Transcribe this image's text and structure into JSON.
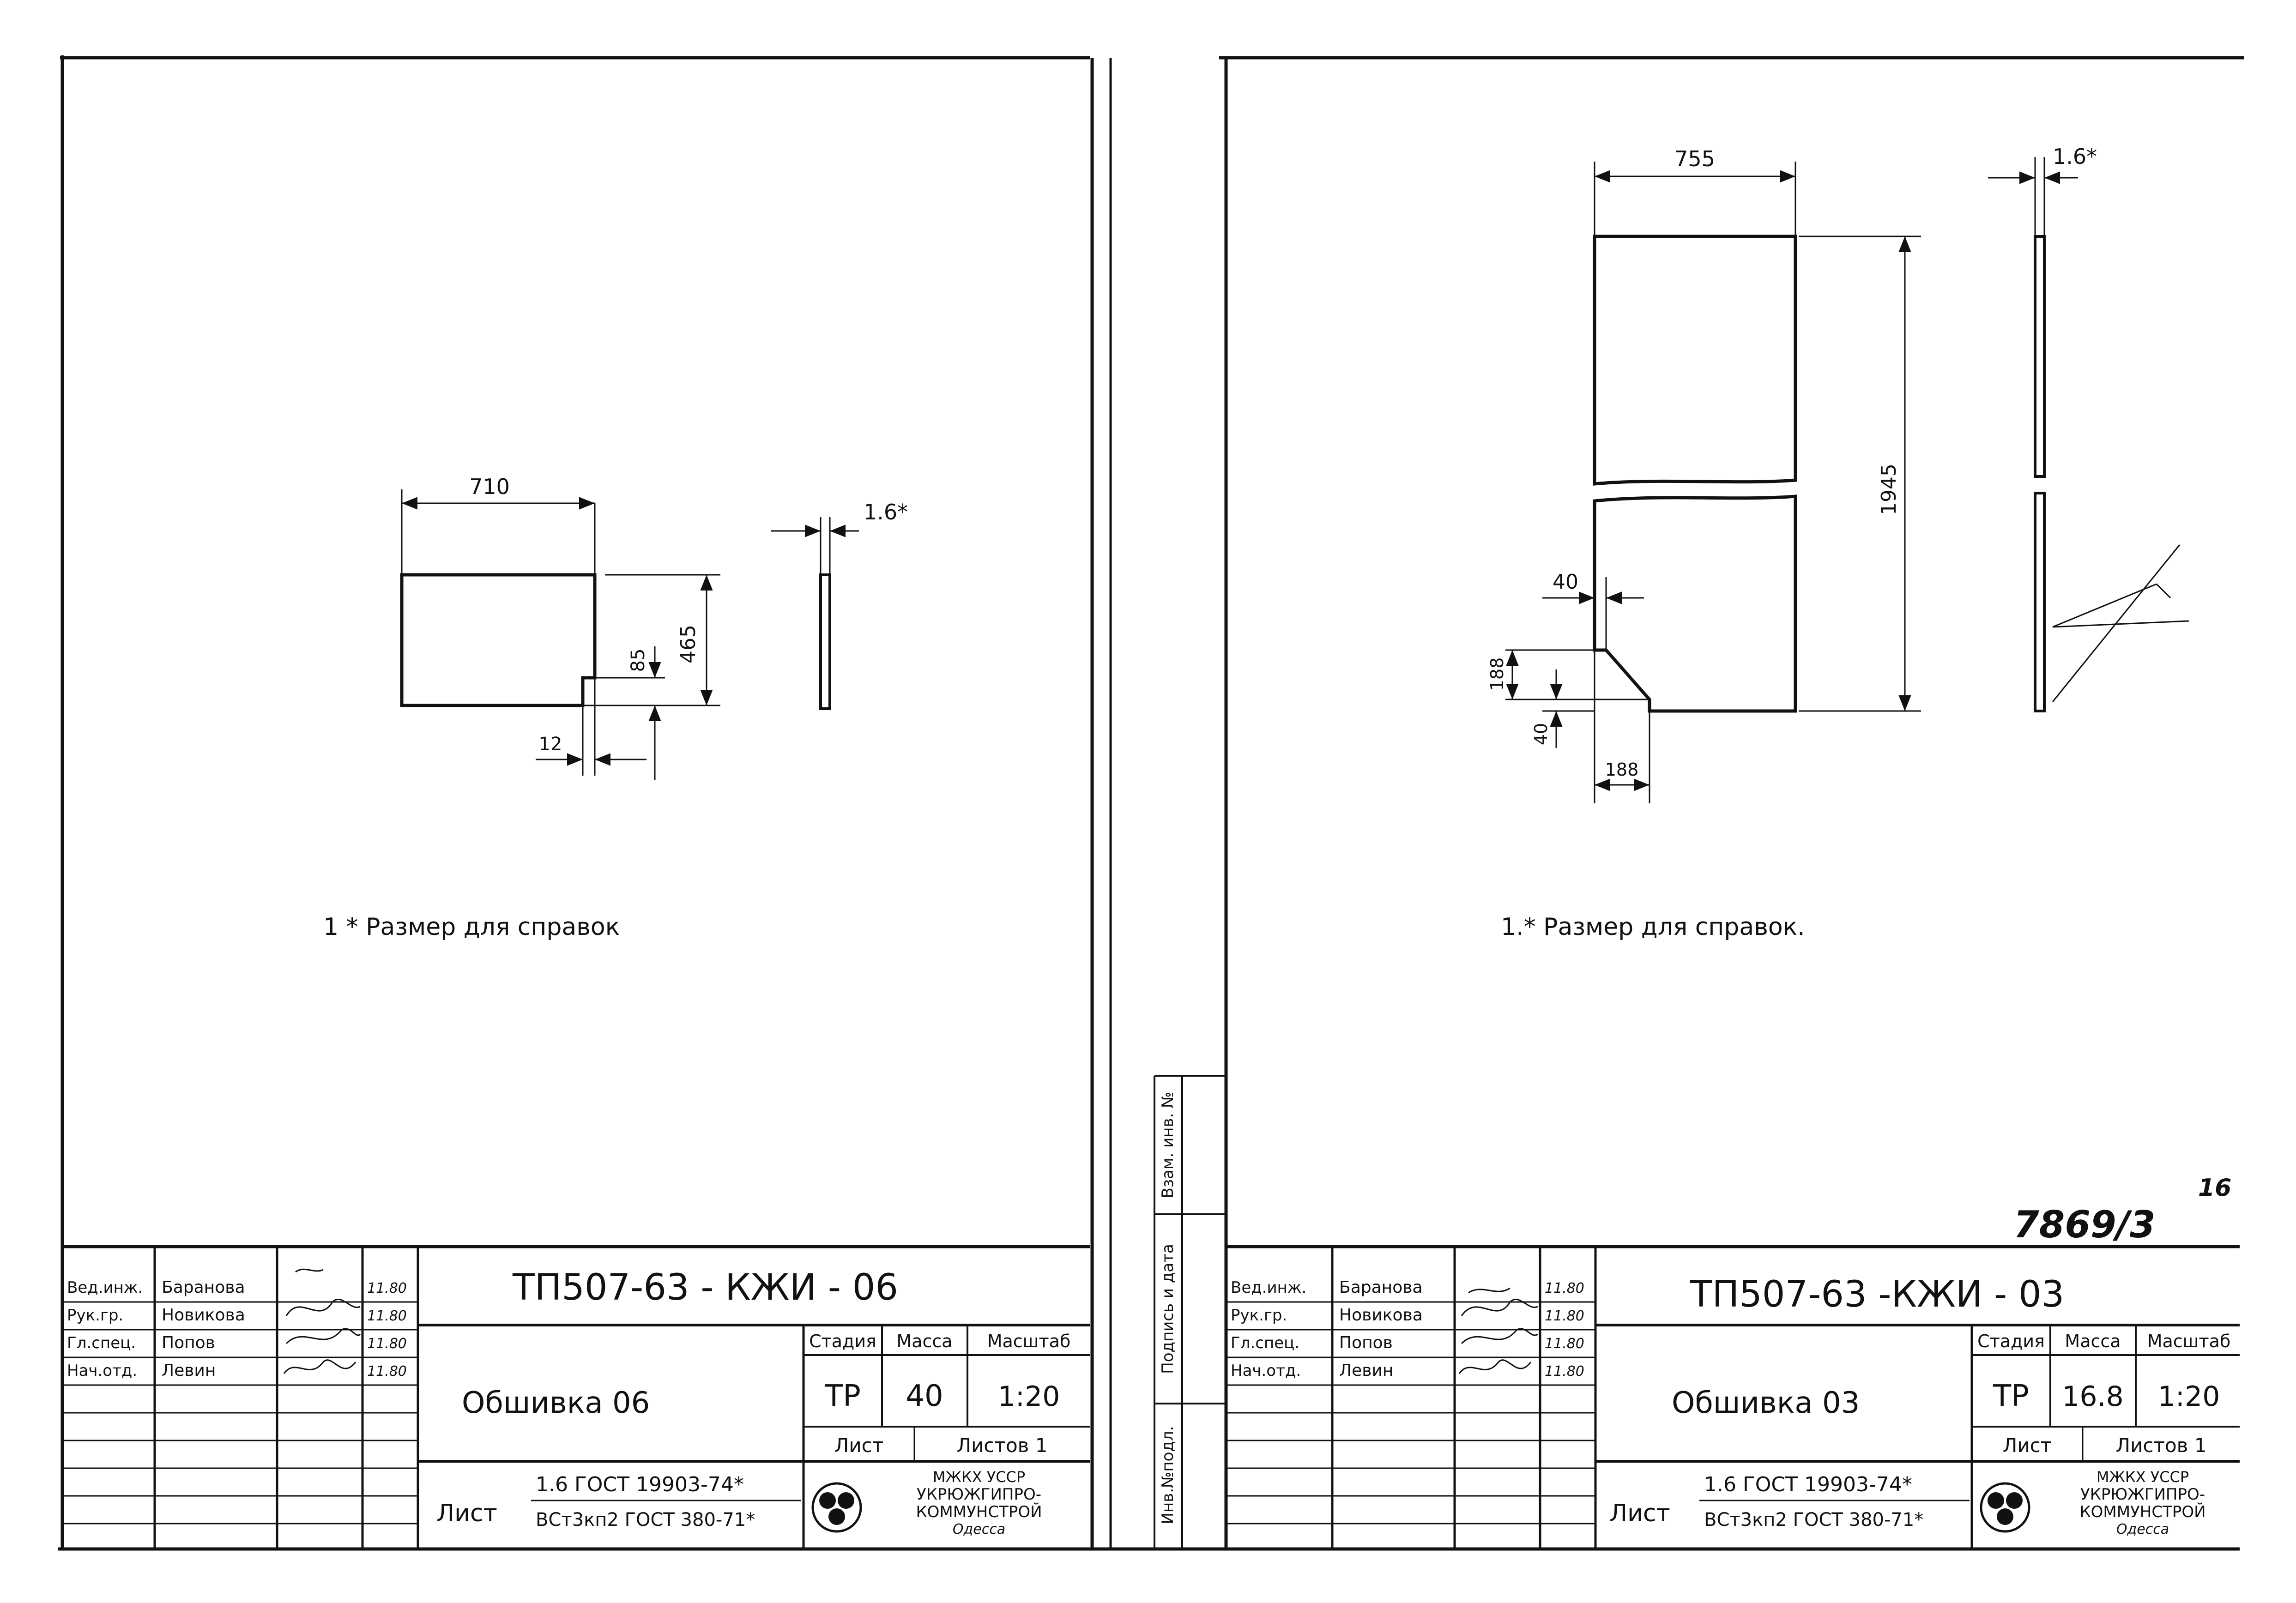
{
  "left": {
    "dims": {
      "width": "710",
      "height": "465",
      "step": "85",
      "notch": "12",
      "thickness": "1.6*"
    },
    "note": "1 * Размер   для   справок",
    "title": {
      "staff": [
        {
          "role": "Вед.инж.",
          "name": "Баранова",
          "date": "11.80"
        },
        {
          "role": "Рук.гр.",
          "name": "Новикова",
          "date": "11.80"
        },
        {
          "role": "Гл.спец.",
          "name": "Попов",
          "date": "11.80"
        },
        {
          "role": "Нач.отд.",
          "name": "Левин",
          "date": "11.80"
        }
      ],
      "code": "ТП507-63  - КЖИ - 06",
      "name": "Обшивка   06",
      "headers": {
        "stage": "Стадия",
        "mass": "Масса",
        "scale": "Масштаб"
      },
      "values": {
        "stage": "ТР",
        "mass": "40",
        "scale": "1:20"
      },
      "sheet": "Лист",
      "sheets": "Листов 1",
      "material_label": "Лист",
      "material_top": "1.6  ГОСТ 19903-74*",
      "material_bottom": "ВСт3кп2 ГОСТ 380-71*",
      "org": [
        "МЖКХ УССР",
        "УКРЮЖГИПРО-",
        "КОММУНСТРОЙ",
        "Одесса"
      ]
    }
  },
  "side_stamp": {
    "labels": [
      "Инв.№подл.",
      "Подпись и дата",
      "Взам. инв. №"
    ]
  },
  "right": {
    "dims": {
      "width": "755",
      "height": "1945",
      "chamfer_w": "40",
      "chamfer_h": "188",
      "base": "40",
      "base_w": "188",
      "thickness": "1.6*"
    },
    "note": "1.*  Размер   для   справок.",
    "stamp_number": "7869/3",
    "page_number": "16",
    "title": {
      "staff": [
        {
          "role": "Вед.инж.",
          "name": "Баранова",
          "date": "11.80"
        },
        {
          "role": "Рук.гр.",
          "name": "Новикова",
          "date": "11.80"
        },
        {
          "role": "Гл.спец.",
          "name": "Попов",
          "date": "11.80"
        },
        {
          "role": "Нач.отд.",
          "name": "Левин",
          "date": "11.80"
        }
      ],
      "code": "ТП507-63   -КЖИ - 03",
      "name": "Обшивка   03",
      "headers": {
        "stage": "Стадия",
        "mass": "Масса",
        "scale": "Масштаб"
      },
      "values": {
        "stage": "ТР",
        "mass": "16.8",
        "scale": "1:20"
      },
      "sheet": "Лист",
      "sheets": "Листов 1",
      "material_label": "Лист",
      "material_top": "1.6  ГОСТ 19903-74*",
      "material_bottom": "ВСт3кп2 ГОСТ 380-71*",
      "org": [
        "МЖКХ УССР",
        "УКРЮЖГИПРО-",
        "КОММУНСТРОЙ",
        "Одесса"
      ]
    }
  }
}
